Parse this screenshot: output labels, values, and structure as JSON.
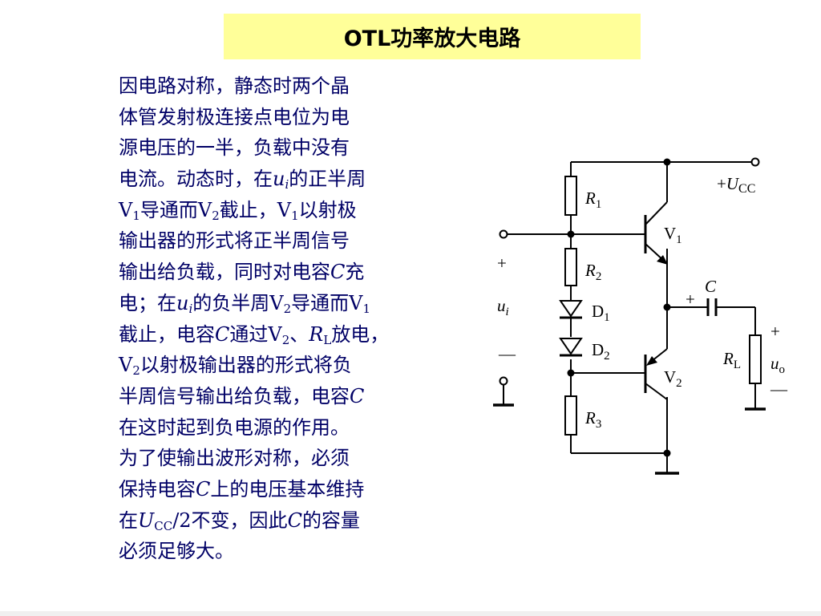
{
  "title": "OTL功率放大电路",
  "paragraph": {
    "lines": [
      [
        "因电路对称，静态时两个晶"
      ],
      [
        "体管发射极连接点电位为电"
      ],
      [
        "源电压的一半，负载中没有"
      ],
      [
        "电流。动态时，在",
        "u",
        "i",
        "的正半周"
      ],
      [
        "V",
        "1",
        "导通而V",
        "2",
        "截止，V",
        "1",
        "以射极"
      ],
      [
        "输出器的形式将正半周信号"
      ],
      [
        "输出给负载，同时对电容",
        "C",
        "充"
      ],
      [
        "电；在",
        "u",
        "i",
        "的负半周V",
        "2",
        "导通而V",
        "1"
      ],
      [
        "截止，电容",
        "C",
        "通过V",
        "2",
        "、",
        "R",
        "L",
        "放电，"
      ],
      [
        "V",
        "2",
        "以射极输出器的形式将负"
      ],
      [
        "半周信号输出给负载，电容",
        "C"
      ],
      [
        "在这时起到负电源的作用。"
      ],
      [
        "为了使输出波形对称，必须"
      ],
      [
        "保持电容",
        "C",
        "上的电压基本维持"
      ],
      [
        "在",
        "U",
        "CC",
        "/2不变，因此",
        "C",
        "的容量"
      ],
      [
        "必须足够大。"
      ]
    ]
  },
  "circuit": {
    "vcc_plus": "+",
    "vcc_symbol": "U",
    "vcc_sub": "CC",
    "r1_symbol": "R",
    "r1_sub": "1",
    "r2_symbol": "R",
    "r2_sub": "2",
    "r3_symbol": "R",
    "r3_sub": "3",
    "d1_symbol": "D",
    "d1_sub": "1",
    "d2_symbol": "D",
    "d2_sub": "2",
    "v1_symbol": "V",
    "v1_sub": "1",
    "v2_symbol": "V",
    "v2_sub": "2",
    "cap_symbol": "C",
    "cap_plus": "+",
    "rl_symbol": "R",
    "rl_sub": "L",
    "ui_plus": "+",
    "ui_symbol": "u",
    "ui_sub": "i",
    "ui_minus": "—",
    "uo_plus": "+",
    "uo_symbol": "u",
    "uo_sub": "o",
    "uo_minus": "—"
  },
  "colors": {
    "title_bg": "#ffff99",
    "text": "#000066",
    "wire": "#000000"
  }
}
